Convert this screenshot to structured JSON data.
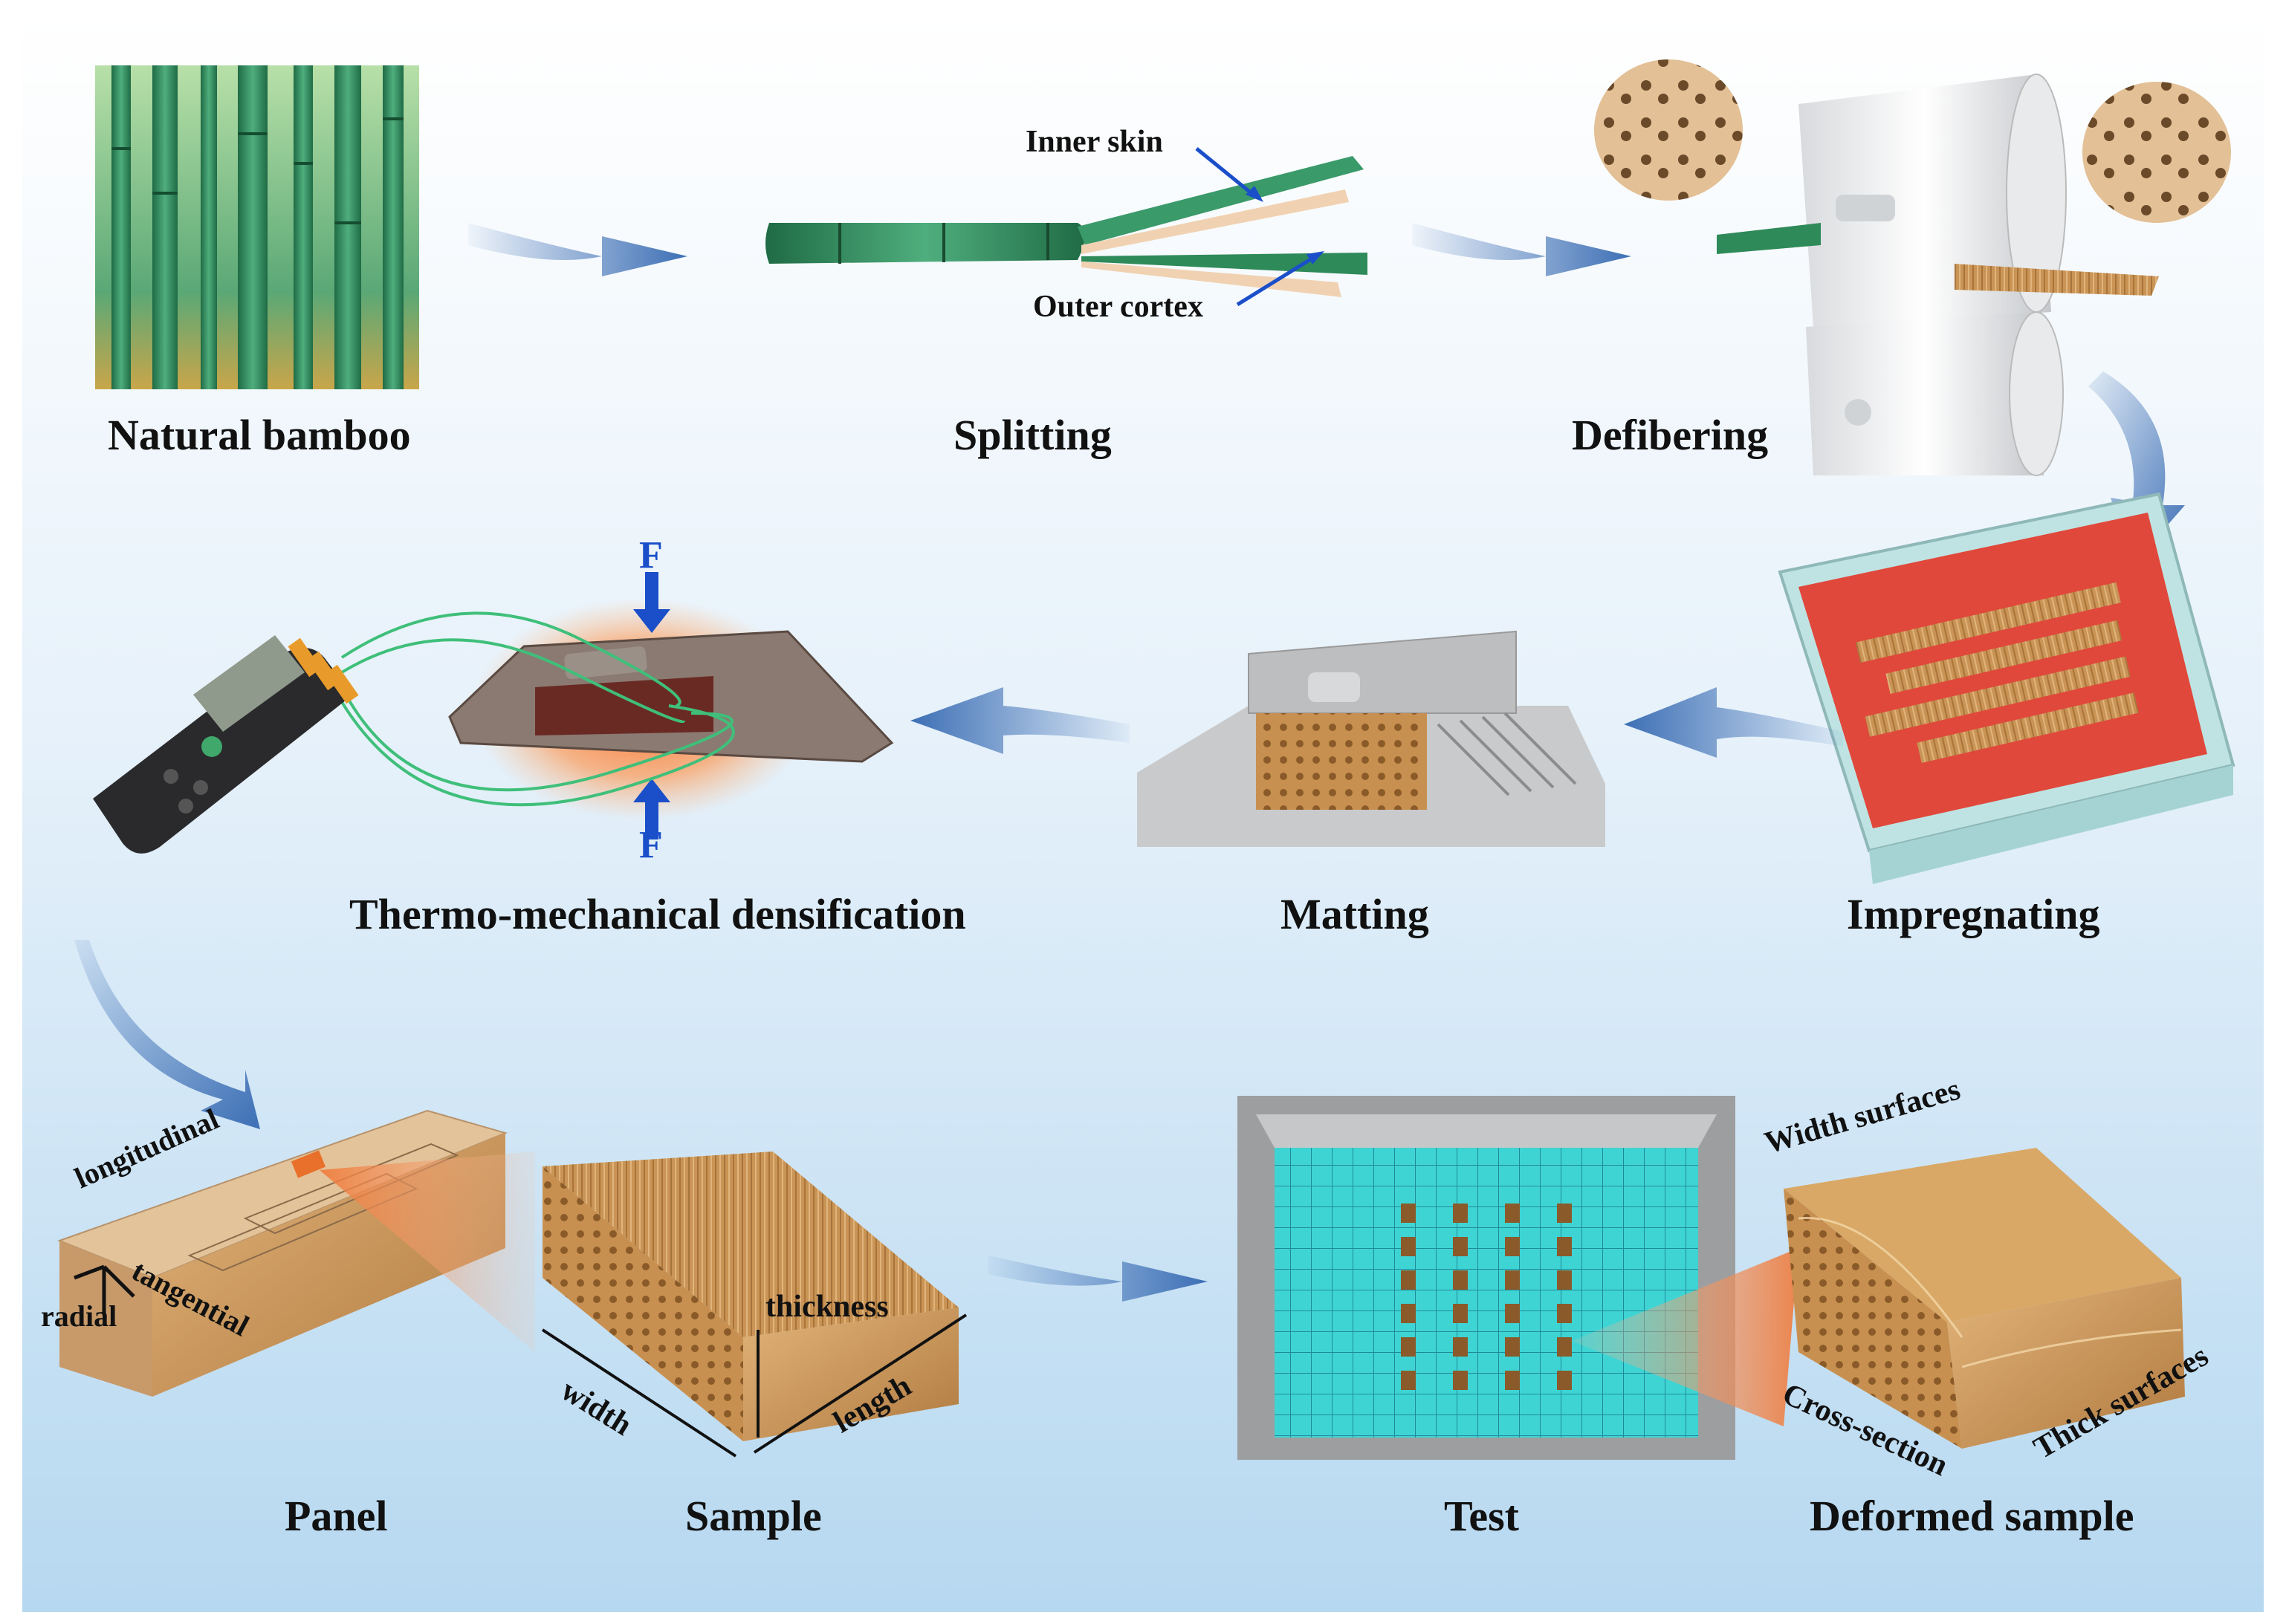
{
  "steps": {
    "natural_bamboo": "Natural bamboo",
    "splitting": "Splitting",
    "defibering": "Defibering",
    "impregnating": "Impregnating",
    "matting": "Matting",
    "densification": "Thermo-mechanical densification",
    "panel": "Panel",
    "sample": "Sample",
    "test": "Test",
    "deformed_sample": "Deformed sample"
  },
  "annotations": {
    "inner_skin": "Inner skin",
    "outer_cortex": "Outer cortex",
    "force_top": "F",
    "force_bottom": "F",
    "longitudinal": "longitudinal",
    "tangential": "tangential",
    "radial": "radial",
    "thickness": "thickness",
    "width": "width",
    "length": "length",
    "width_surfaces": "Width surfaces",
    "cross_section": "Cross-section",
    "thick_surfaces": "Thick  surfaces"
  },
  "colors": {
    "arrow": "#3d6fb5",
    "bamboo_green": "#2f8a5a",
    "wood": "#c8945a",
    "resin": "#e0483b",
    "water": "#2fcfd0",
    "force": "#1a4fc9"
  }
}
